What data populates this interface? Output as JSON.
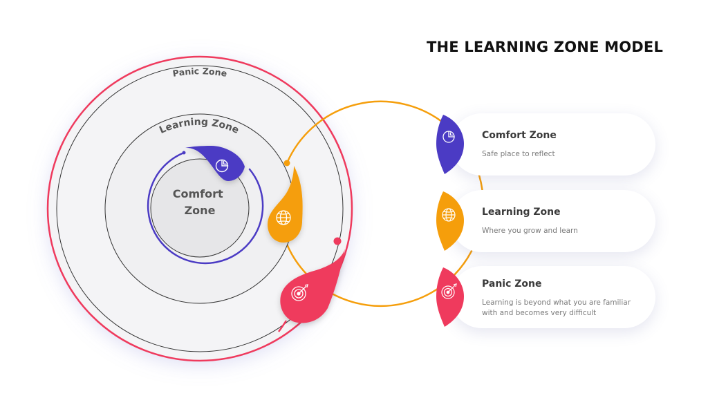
{
  "title": "THE LEARNING ZONE MODEL",
  "diagram": {
    "panic_label": "Panic Zone",
    "learning_label": "Learning Zone",
    "comfort_label_line1": "Comfort",
    "comfort_label_line2": "Zone"
  },
  "colors": {
    "comfort": "#4b3bc4",
    "learning": "#f59e0b",
    "panic": "#ef3a5d"
  },
  "cards": [
    {
      "title": "Comfort Zone",
      "description": "Safe place to reflect",
      "icon": "pie-chart-icon"
    },
    {
      "title": "Learning Zone",
      "description": "Where you grow and learn",
      "icon": "globe-icon"
    },
    {
      "title": "Panic Zone",
      "description": "Learning is beyond what you are familiar with and becomes very difficult",
      "icon": "target-icon"
    }
  ]
}
